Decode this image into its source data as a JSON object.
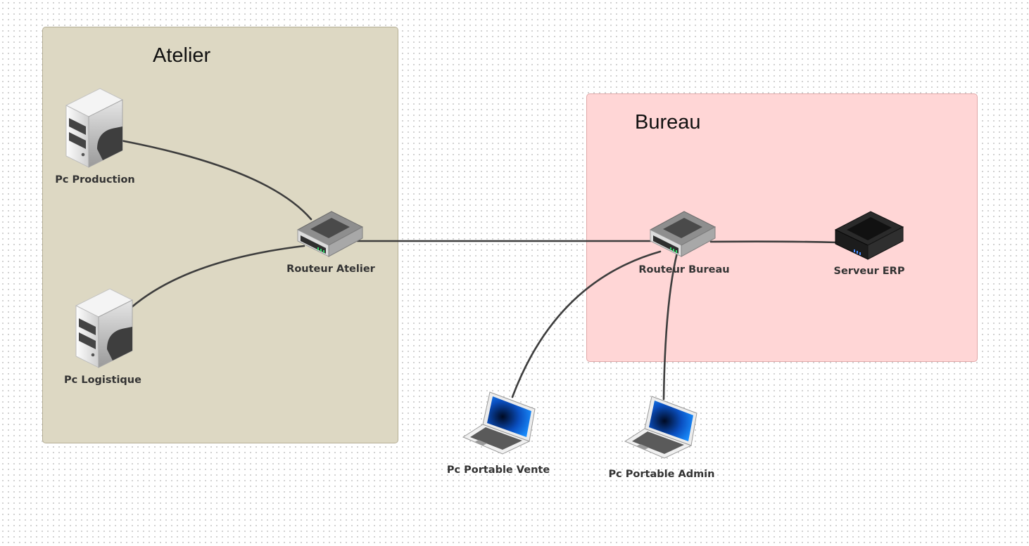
{
  "zones": {
    "atelier": {
      "title": "Atelier",
      "fill": "#ddd8c3",
      "stroke": "#b5ae95"
    },
    "bureau": {
      "title": "Bureau",
      "fill": "#ffd6d6",
      "stroke": "#e0a8a8"
    }
  },
  "nodes": {
    "pc_production": {
      "label": "Pc Production",
      "icon": "tower-pc-icon"
    },
    "pc_logistique": {
      "label": "Pc Logistique",
      "icon": "tower-pc-icon"
    },
    "routeur_atelier": {
      "label": "Routeur Atelier",
      "icon": "router-icon"
    },
    "routeur_bureau": {
      "label": "Routeur Bureau",
      "icon": "router-icon"
    },
    "serveur_erp": {
      "label": "Serveur ERP",
      "icon": "server-icon"
    },
    "pc_portable_vente": {
      "label": "Pc Portable Vente",
      "icon": "laptop-icon"
    },
    "pc_portable_admin": {
      "label": "Pc Portable Admin",
      "icon": "laptop-icon"
    }
  },
  "links": [
    {
      "from": "Pc Production",
      "to": "Routeur Atelier"
    },
    {
      "from": "Pc Logistique",
      "to": "Routeur Atelier"
    },
    {
      "from": "Routeur Atelier",
      "to": "Routeur Bureau"
    },
    {
      "from": "Routeur Bureau",
      "to": "Serveur ERP"
    },
    {
      "from": "Routeur Bureau",
      "to": "Pc Portable Vente"
    },
    {
      "from": "Routeur Bureau",
      "to": "Pc Portable Admin"
    }
  ],
  "colors": {
    "link": "#3d3d3d",
    "screen": "#0a5fd6"
  }
}
